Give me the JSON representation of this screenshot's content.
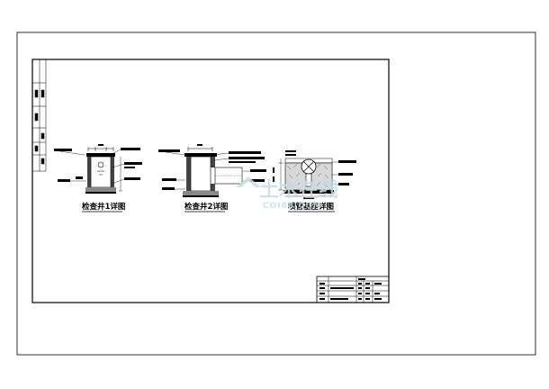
{
  "drawing": {
    "details": [
      {
        "caption": "检查井1详图"
      },
      {
        "caption": "检查井2详图"
      },
      {
        "caption": "喷管基座详图"
      }
    ]
  },
  "watermark": {
    "brand": "土木在线",
    "domain": "COI88.COM"
  }
}
